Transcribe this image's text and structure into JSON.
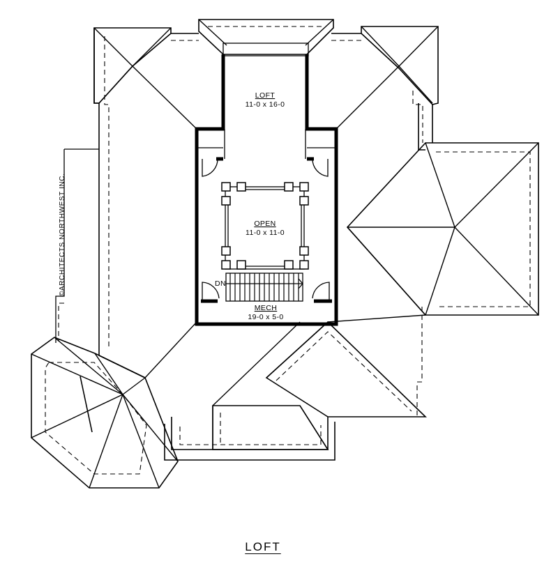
{
  "rooms": {
    "loft": {
      "name": "LOFT",
      "dims": "11-0 x 16-0"
    },
    "open": {
      "name": "OPEN",
      "dims": "11-0 x 11-0"
    },
    "mech": {
      "name": "MECH",
      "dims": "19-0 x 5-0"
    }
  },
  "stair_label": "DN",
  "copyright": "©ARCHITECTS NORTHWEST INC.",
  "plan_title": "LOFT"
}
